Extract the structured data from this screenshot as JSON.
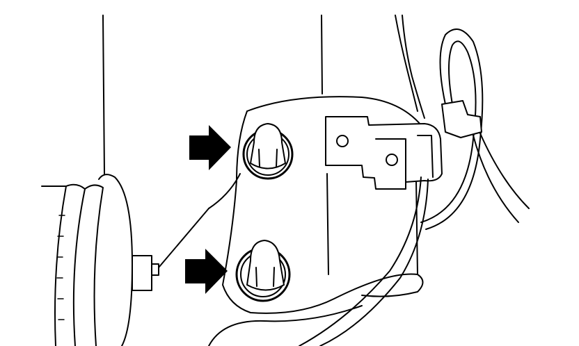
{
  "diagram": {
    "subject": "",
    "colors": {
      "line": "#000000",
      "background": "#ffffff",
      "arrow": "#000000"
    },
    "indicators": [
      {
        "name": "upper-bolt-arrow",
        "points_to": "upper-bolt"
      },
      {
        "name": "lower-bolt-arrow",
        "points_to": "lower-bolt"
      }
    ]
  }
}
